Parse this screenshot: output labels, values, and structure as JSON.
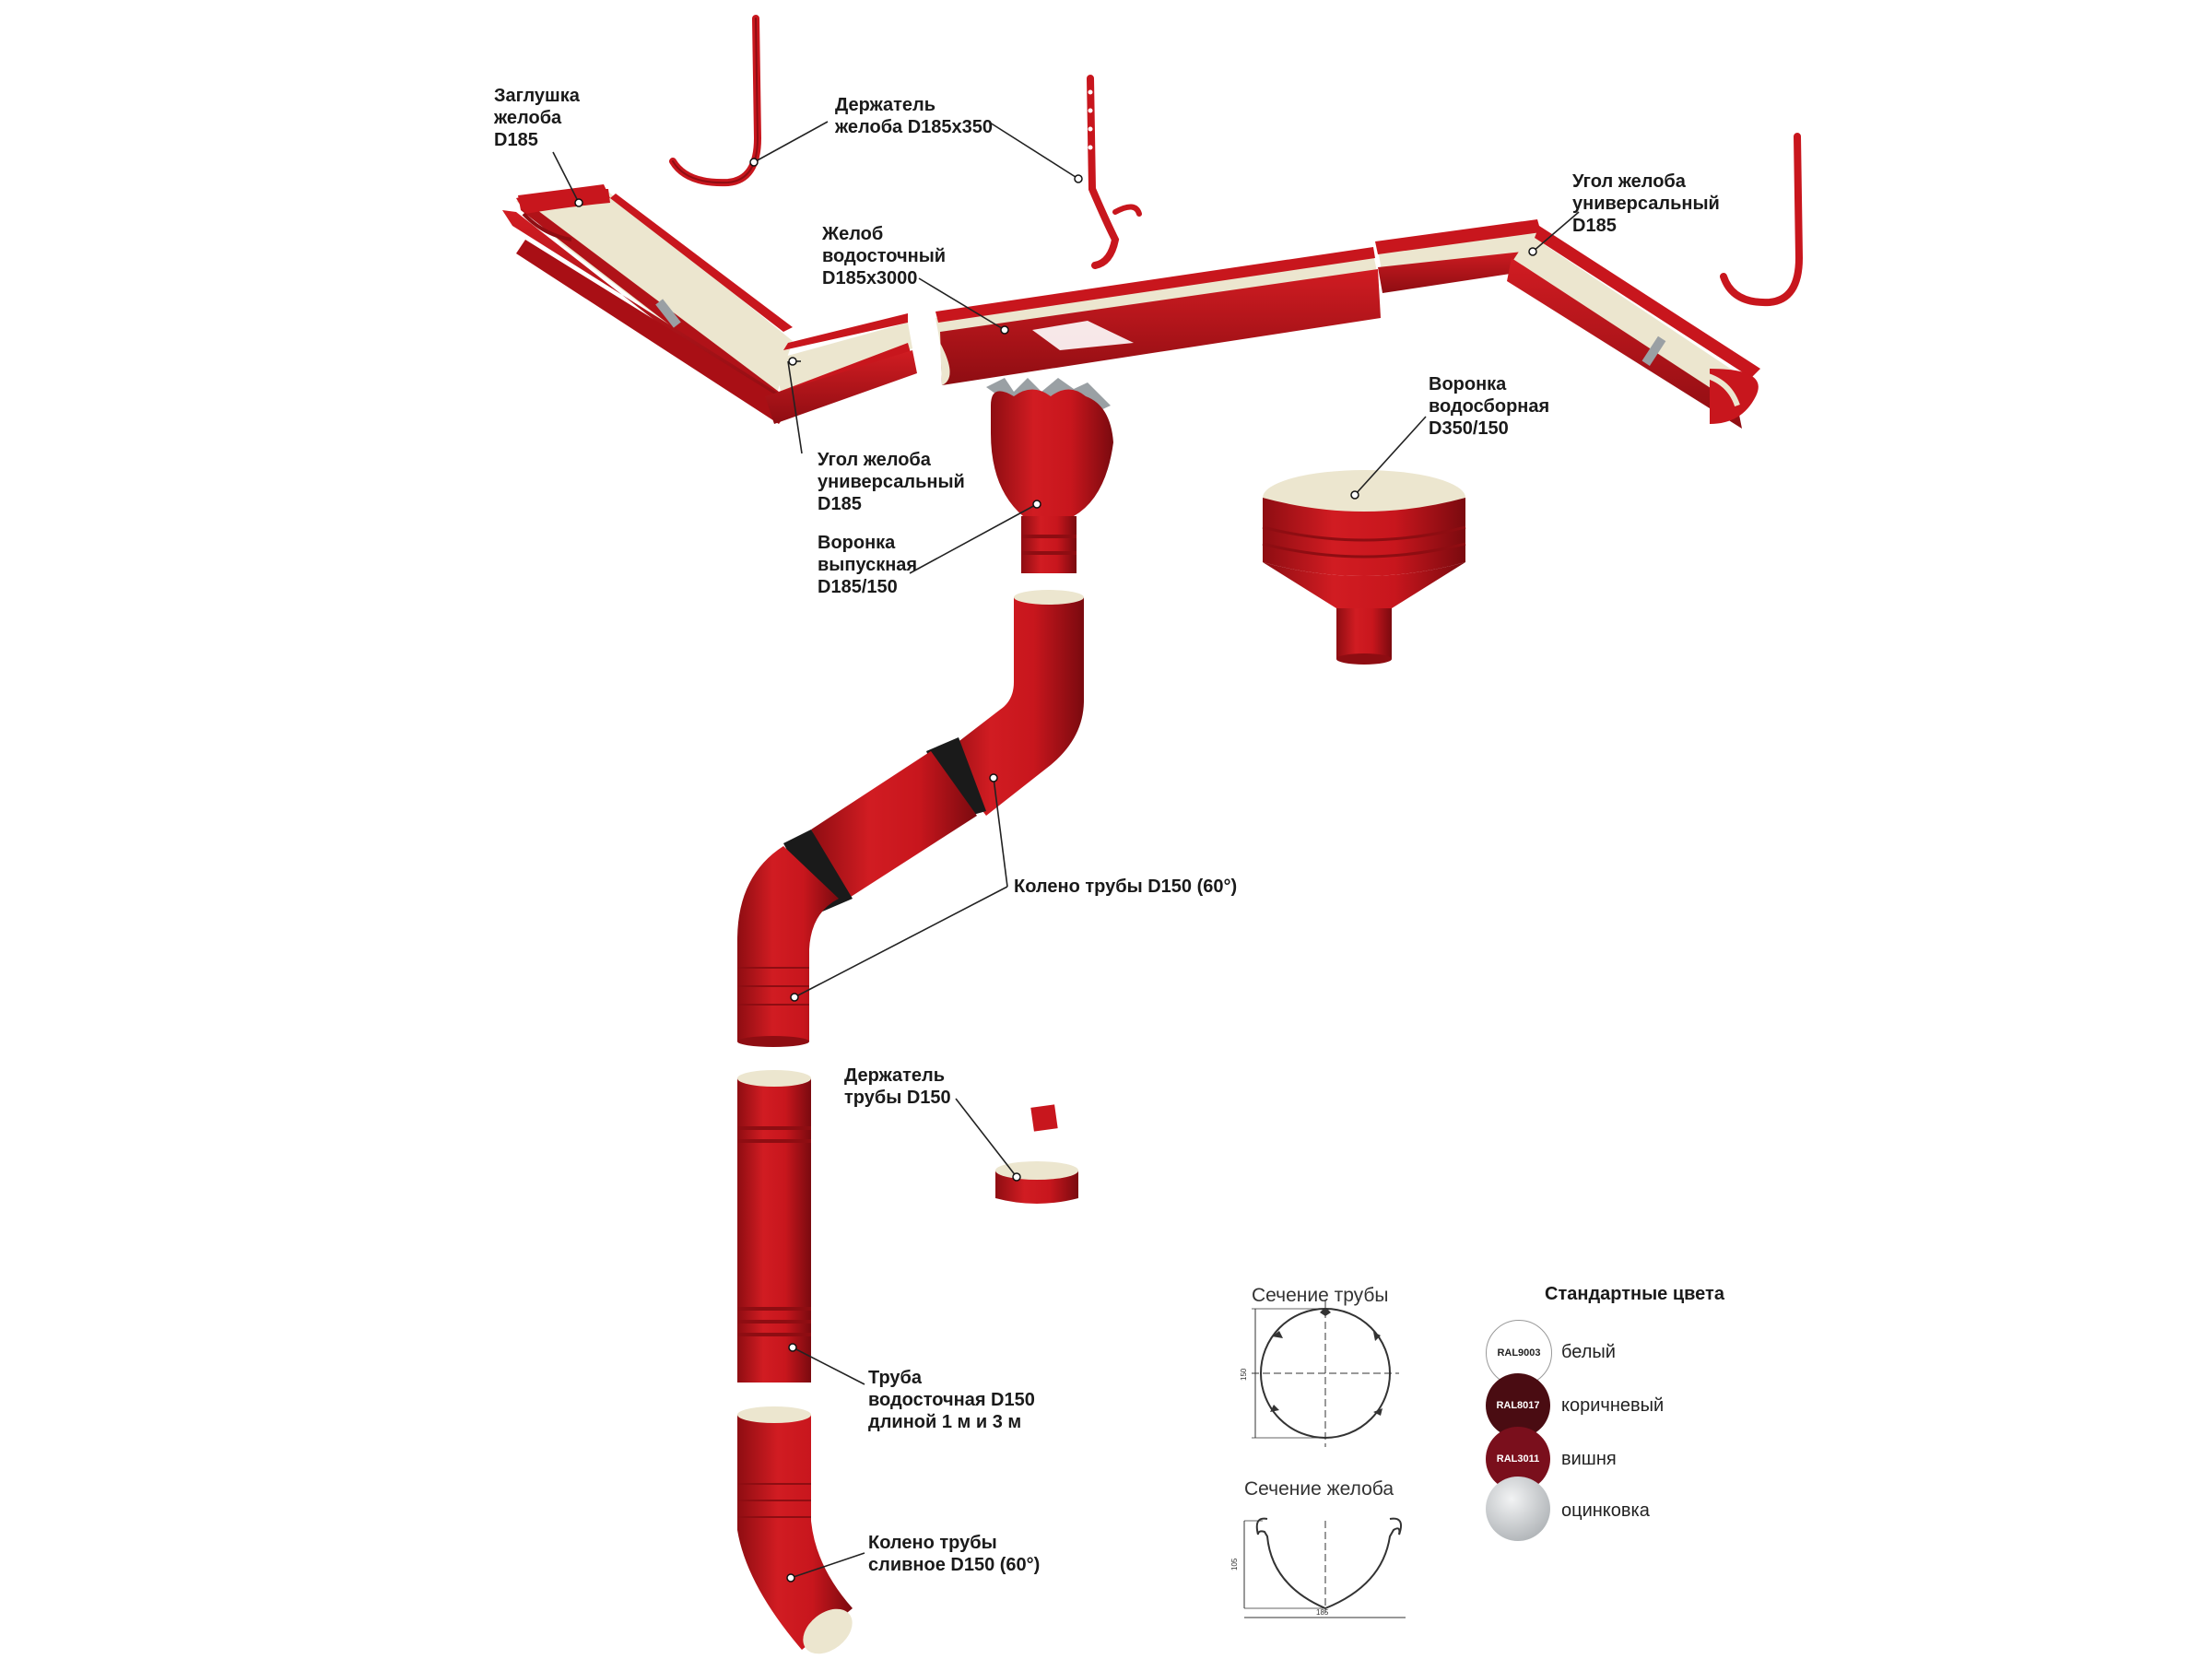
{
  "colors": {
    "red": "#c8161d",
    "red_dark": "#8e0d12",
    "cream": "#ece6cf",
    "brown": "#4a0c12",
    "cherry": "#7a0f1c",
    "zinc": "#bfc3c6"
  },
  "labels": {
    "gutter_cap": "Заглушка\nжелоба\nD185",
    "gutter_holder": "Держатель\nжелоба D185x350",
    "gutter": "Желоб\nводосточный\nD185x3000",
    "corner_right": "Угол желоба\nуниверсальный\nD185",
    "corner_left": "Угол желоба\nуниверсальный\nD185",
    "outlet_funnel": "Воронка\nвыпускная\nD185/150",
    "collector_funnel": "Воронка\nводосборная\nD350/150",
    "pipe_elbow": "Колено трубы D150 (60°)",
    "pipe_holder": "Держатель\nтрубы D150",
    "pipe": "Труба\nводосточная D150\nдлиной 1 м и 3 м",
    "drain_elbow": "Колено трубы\nсливное D150 (60°)"
  },
  "sections": {
    "pipe_title": "Сечение трубы",
    "pipe_dim": "150",
    "gutter_title": "Сечение желоба",
    "gutter_height": "105",
    "gutter_width": "185"
  },
  "legend": {
    "title": "Стандартные цвета",
    "items": [
      {
        "code": "RAL9003",
        "name": "белый",
        "color": "#ffffff"
      },
      {
        "code": "RAL8017",
        "name": "коричневый",
        "color": "#4a0c12"
      },
      {
        "code": "RAL3011",
        "name": "вишня",
        "color": "#7a0f1c"
      },
      {
        "code": "",
        "name": "оцинковка",
        "color": "#bfc3c6"
      }
    ]
  }
}
